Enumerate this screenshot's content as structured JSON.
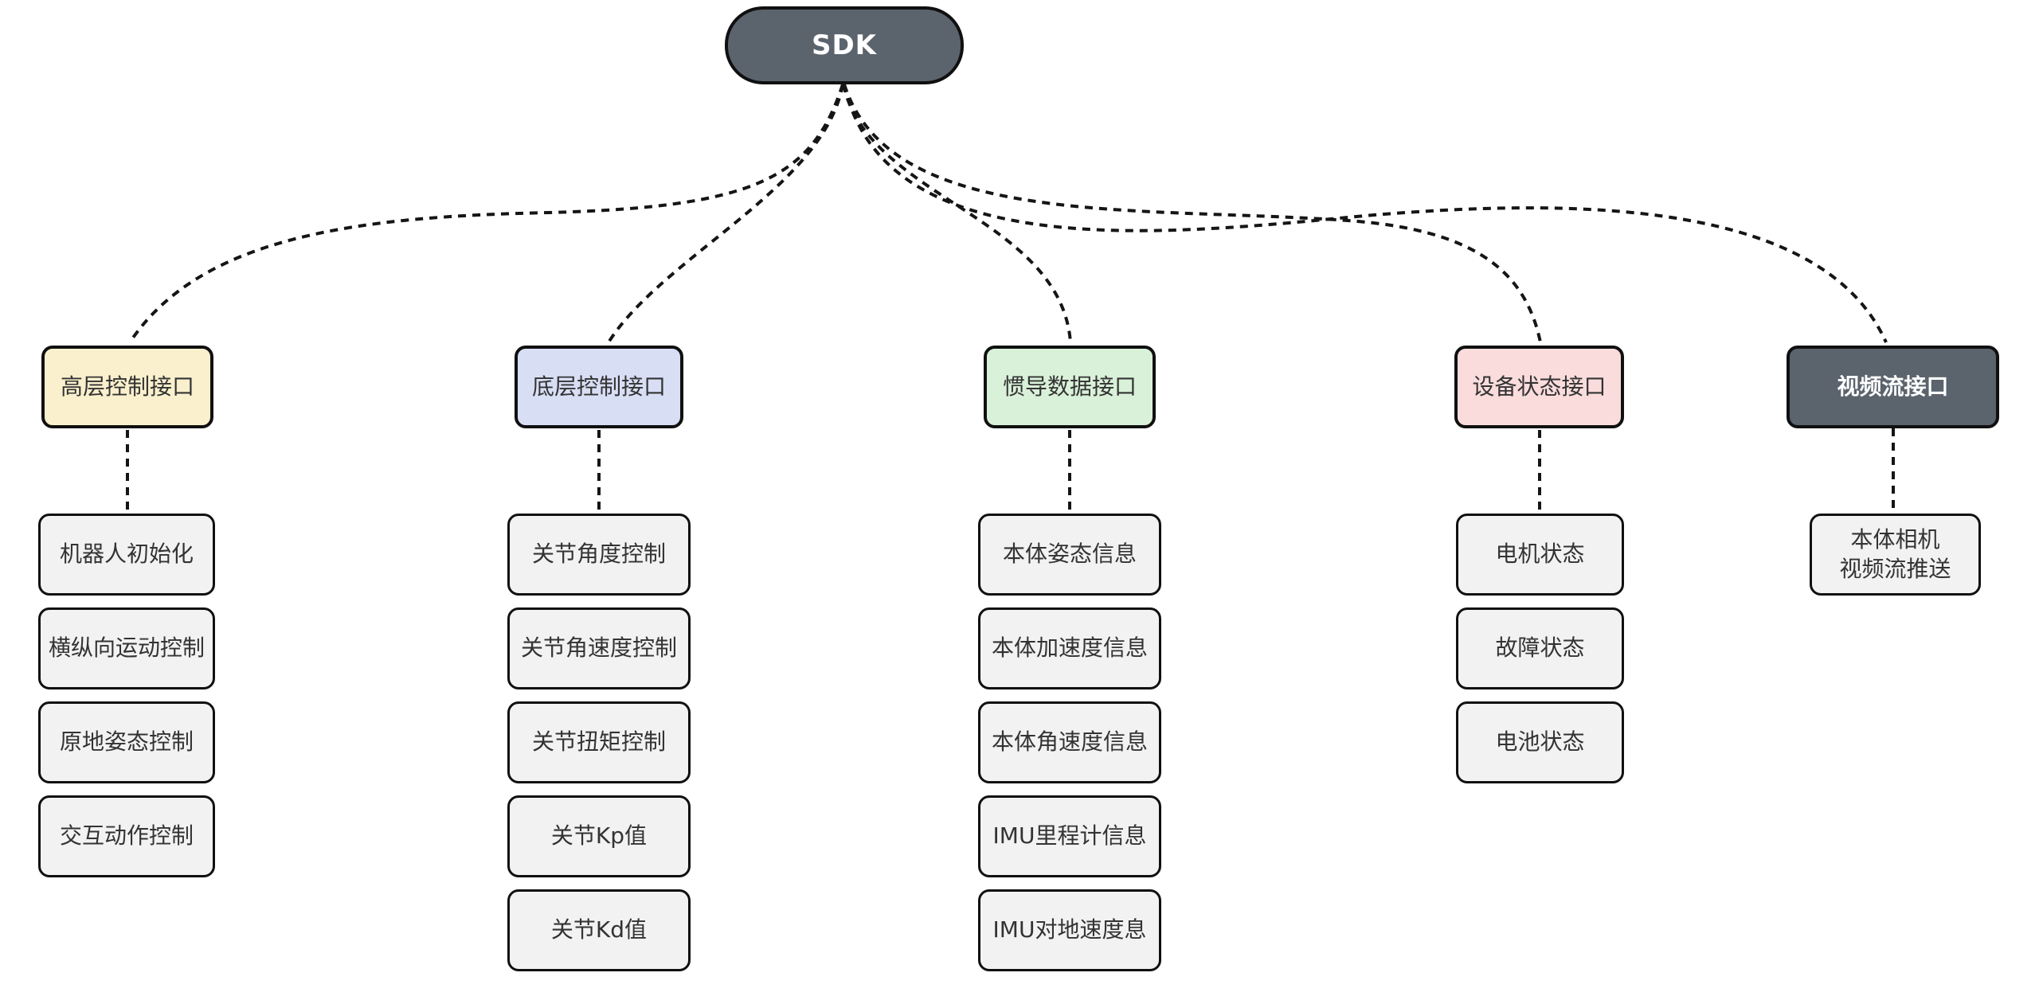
{
  "diagram": {
    "root": {
      "label": "SDK",
      "fill": "#5b636d"
    },
    "edge_color": "#151515",
    "child_fill": "#f2f2f2",
    "columns": [
      {
        "label": "高层控制接口",
        "fill": "#faf0cd",
        "children": [
          "机器人初始化",
          "横纵向运动控制",
          "原地姿态控制",
          "交互动作控制"
        ]
      },
      {
        "label": "底层控制接口",
        "fill": "#d8def4",
        "children": [
          "关节角度控制",
          "关节角速度控制",
          "关节扭矩控制",
          "关节Kp值",
          "关节Kd值"
        ]
      },
      {
        "label": "惯导数据接口",
        "fill": "#d9f1d9",
        "children": [
          "本体姿态信息",
          "本体加速度信息",
          "本体角速度信息",
          "IMU里程计信息",
          "IMU对地速度息"
        ]
      },
      {
        "label": "设备状态接口",
        "fill": "#fadcdc",
        "children": [
          "电机状态",
          "故障状态",
          "电池状态"
        ]
      },
      {
        "label": "视频流接口",
        "fill": "#5b636d",
        "children": [
          "本体相机\n视频流推送"
        ]
      }
    ]
  }
}
